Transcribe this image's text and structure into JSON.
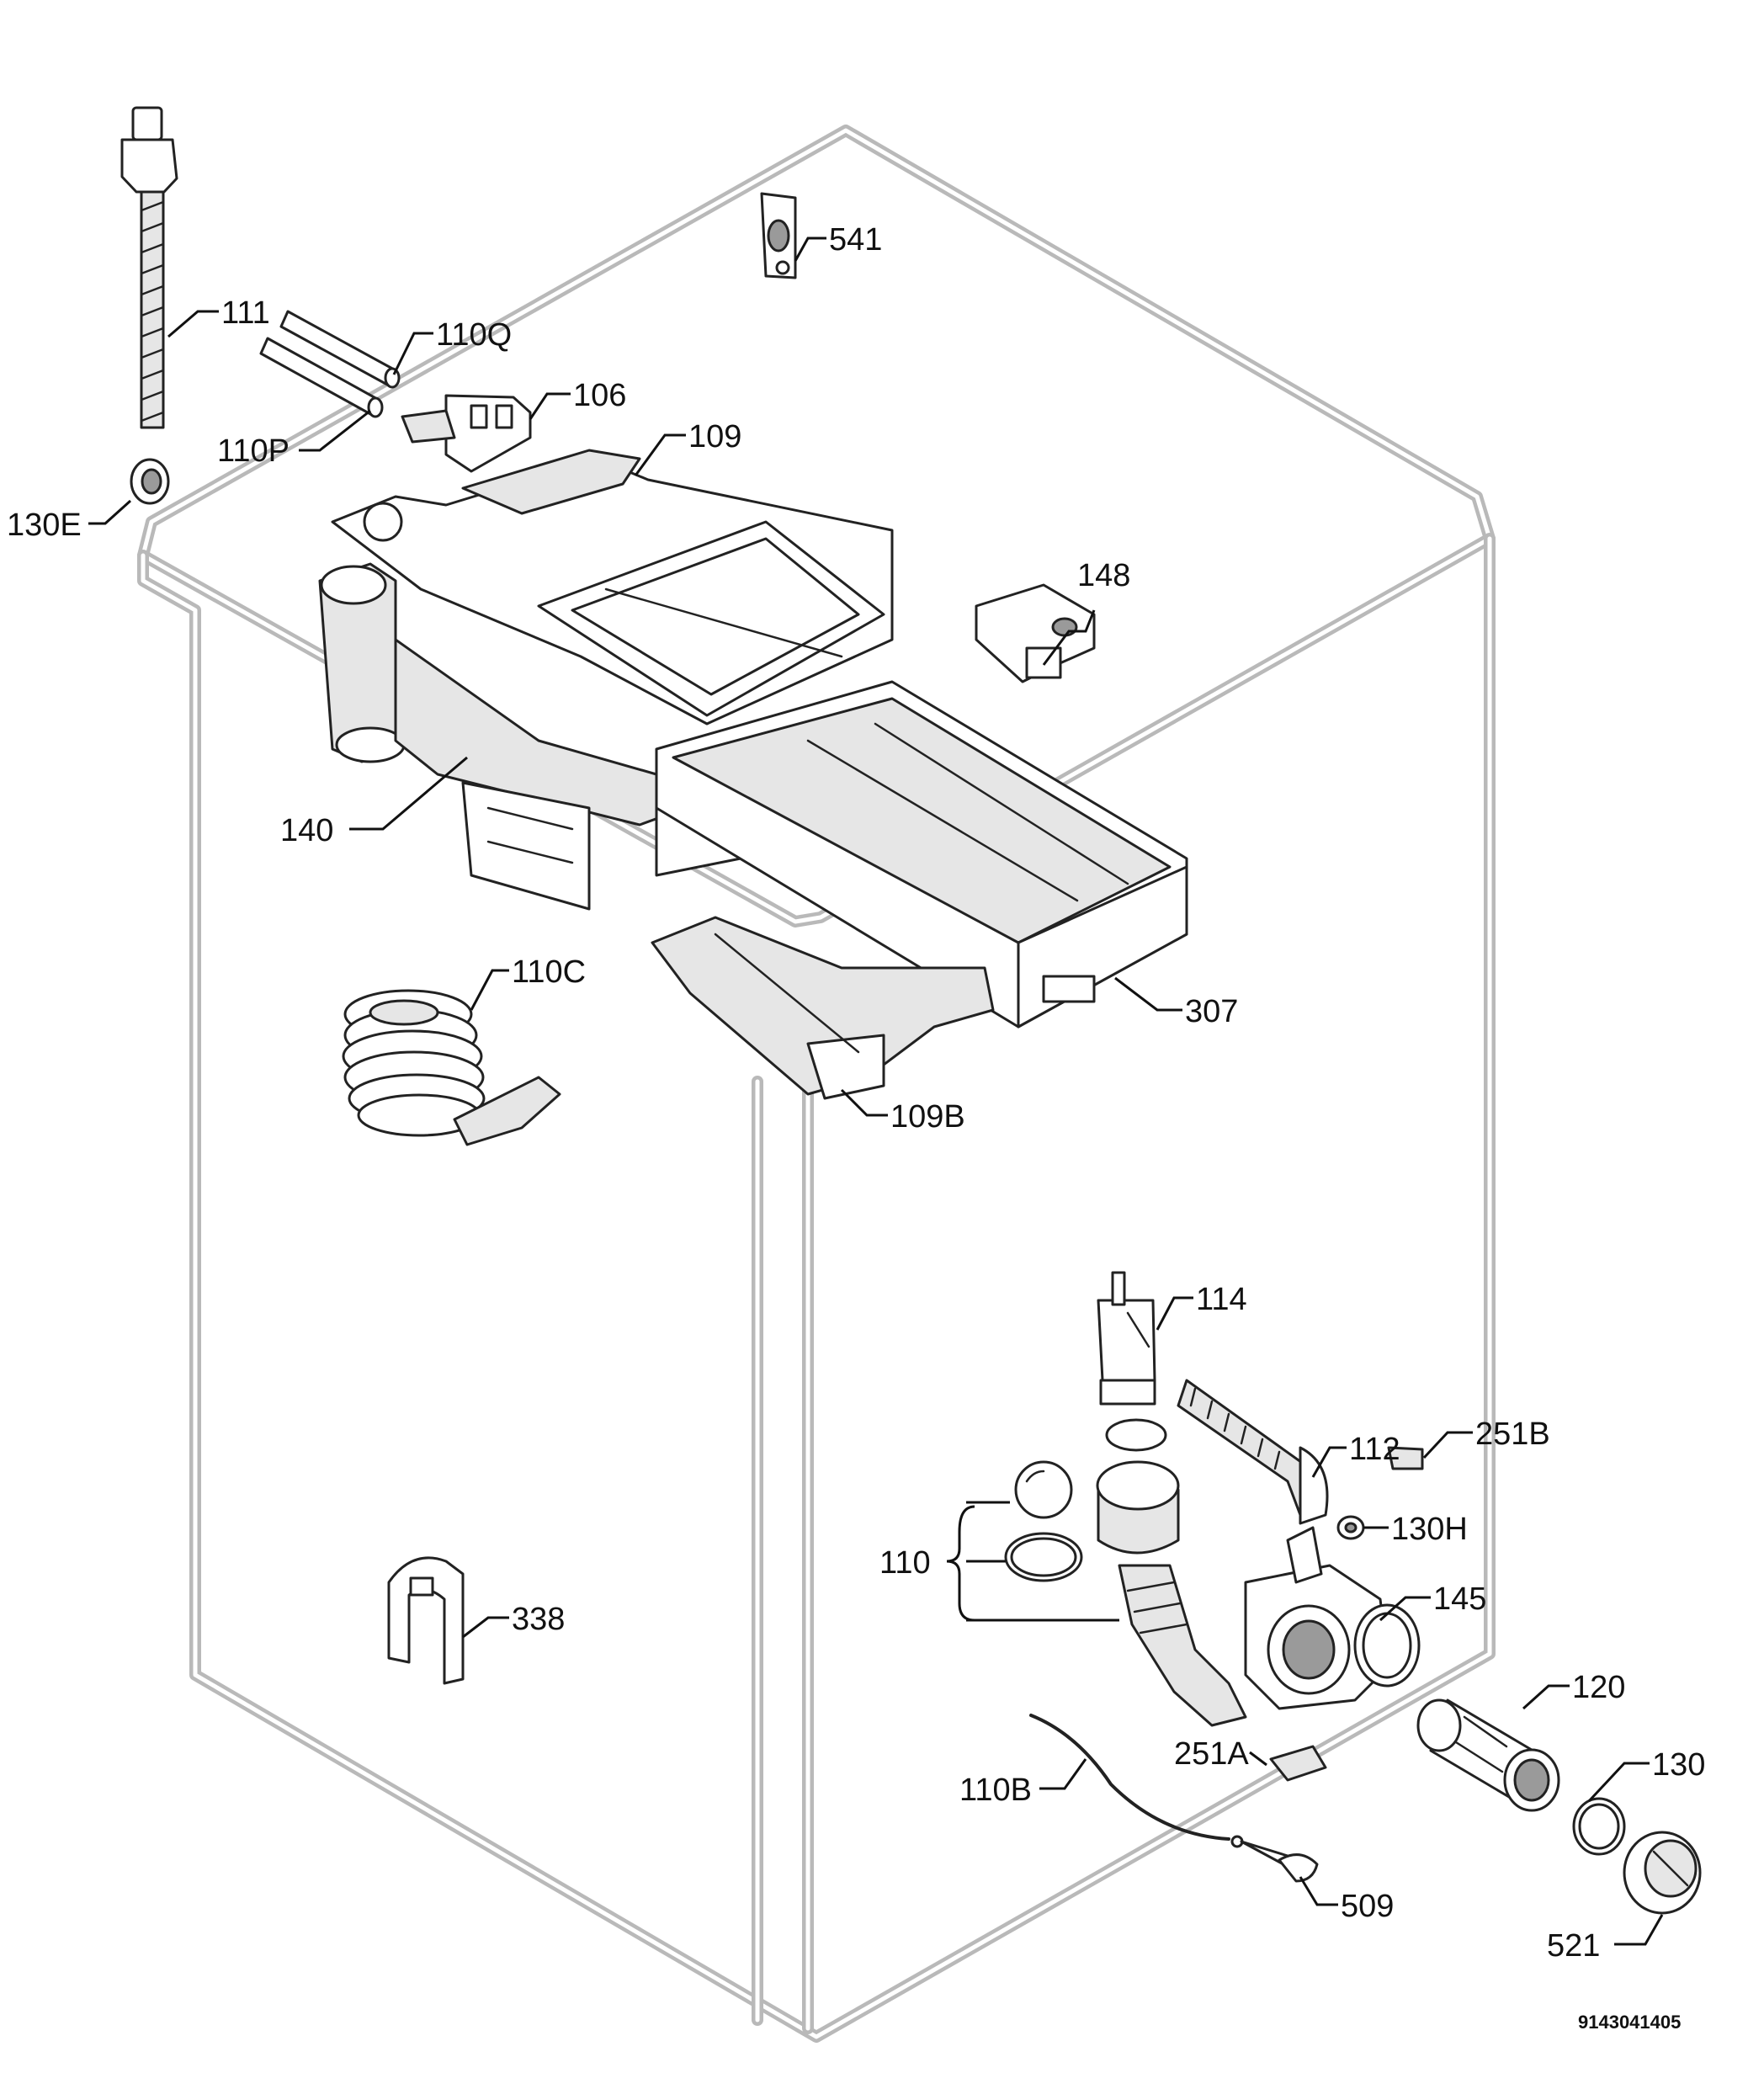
{
  "diagram": {
    "drawing_number": "9143041405",
    "parts": [
      {
        "id": "p541",
        "label": "541"
      },
      {
        "id": "p111",
        "label": "111"
      },
      {
        "id": "p110Q",
        "label": "110Q"
      },
      {
        "id": "p106",
        "label": "106"
      },
      {
        "id": "p109",
        "label": "109"
      },
      {
        "id": "p110P",
        "label": "110P"
      },
      {
        "id": "p130E",
        "label": "130E"
      },
      {
        "id": "p148",
        "label": "148"
      },
      {
        "id": "p140",
        "label": "140"
      },
      {
        "id": "p110C",
        "label": "110C"
      },
      {
        "id": "p307",
        "label": "307"
      },
      {
        "id": "p109B",
        "label": "109B"
      },
      {
        "id": "p114",
        "label": "114"
      },
      {
        "id": "p112",
        "label": "112"
      },
      {
        "id": "p251B",
        "label": "251B"
      },
      {
        "id": "p130H",
        "label": "130H"
      },
      {
        "id": "p110",
        "label": "110"
      },
      {
        "id": "p145",
        "label": "145"
      },
      {
        "id": "p338",
        "label": "338"
      },
      {
        "id": "p120",
        "label": "120"
      },
      {
        "id": "p251A",
        "label": "251A"
      },
      {
        "id": "p130",
        "label": "130"
      },
      {
        "id": "p110B",
        "label": "110B"
      },
      {
        "id": "p509",
        "label": "509"
      },
      {
        "id": "p521",
        "label": "521"
      }
    ]
  }
}
